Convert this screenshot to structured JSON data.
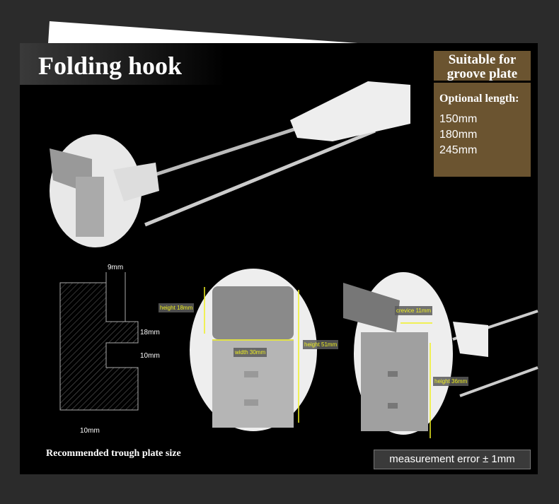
{
  "title": "Folding hook",
  "info": {
    "heading": "Suitable for groove plate",
    "optional_length_label": "Optional length:",
    "lengths": [
      "150mm",
      "180mm",
      "245mm"
    ]
  },
  "trough_diagram": {
    "dims": [
      "9mm",
      "18mm",
      "10mm",
      "10mm"
    ],
    "caption": "Recommended trough plate size"
  },
  "measurements": {
    "height_18": "height 18mm",
    "width_30": "width 30mm",
    "height_51": "height 51mm",
    "crevice_11": "crevice 11mm",
    "height_36": "height 36mm"
  },
  "error_note": "measurement error ± 1mm",
  "colors": {
    "panel": "#000000",
    "info_box": "#6b5430",
    "measure": "#f0f020"
  }
}
